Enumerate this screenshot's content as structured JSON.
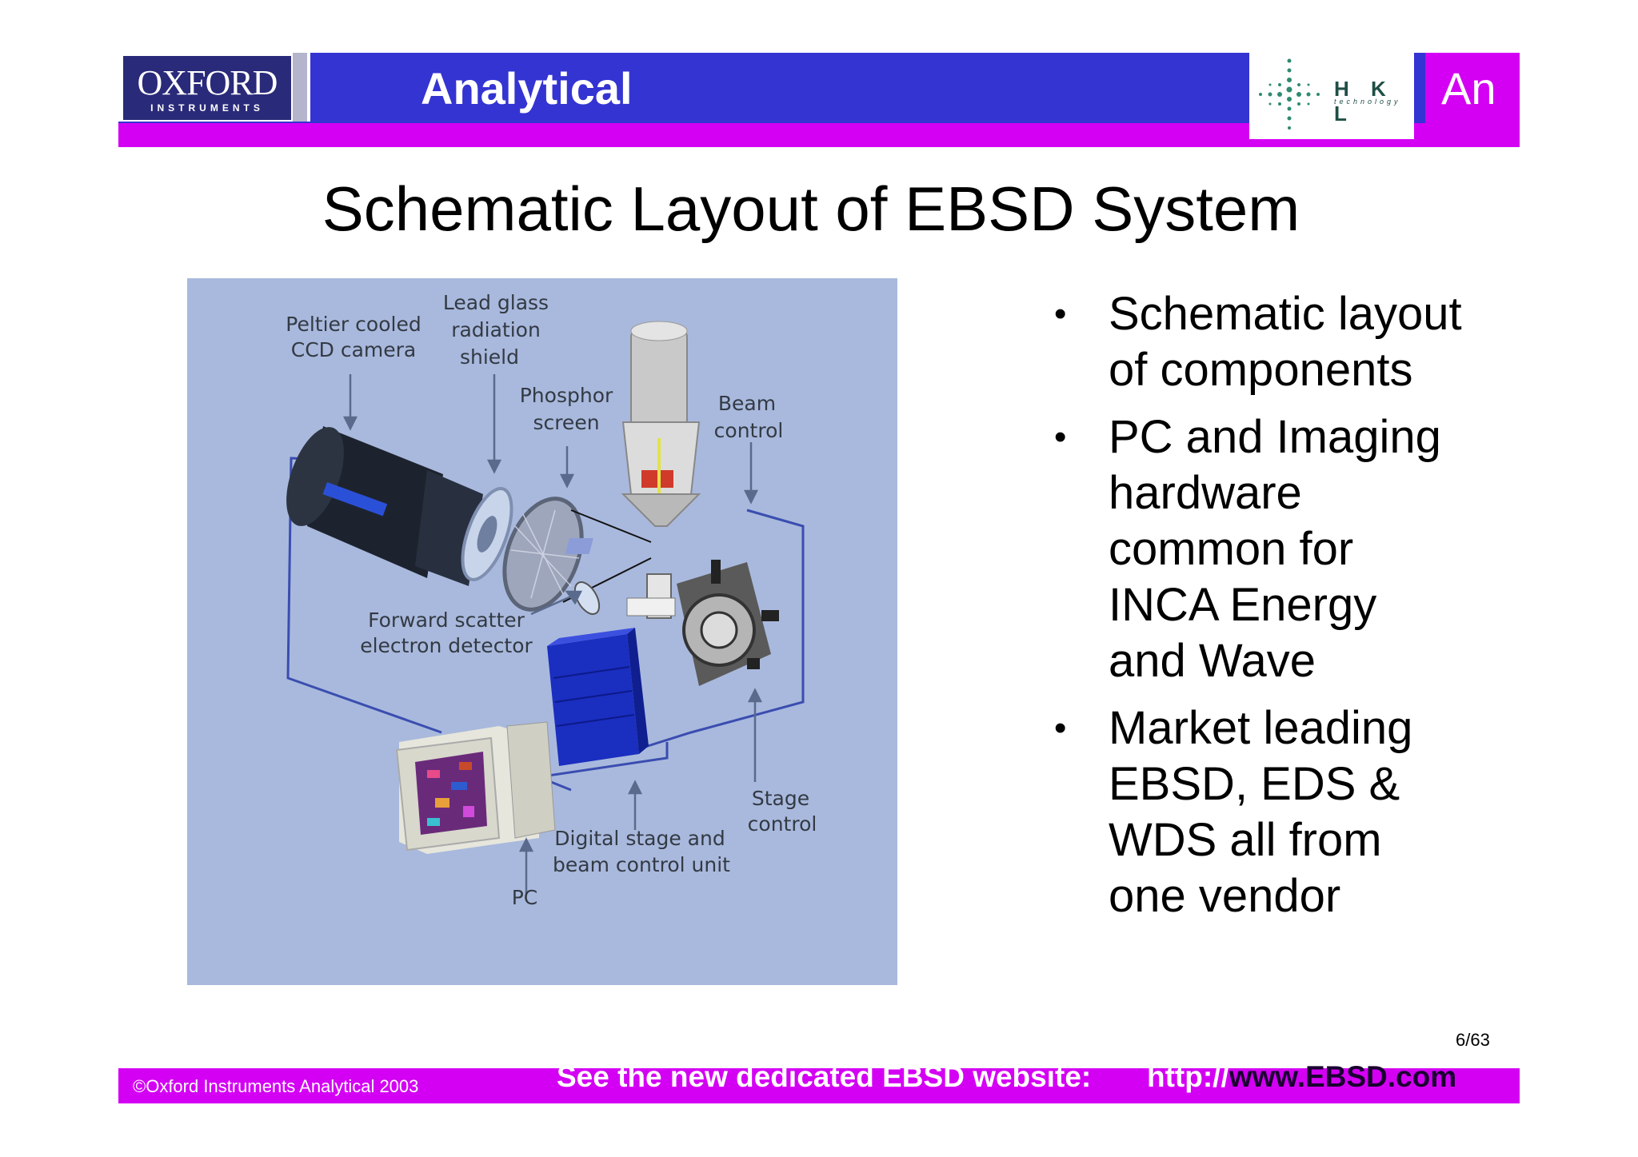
{
  "header": {
    "logo_word": "OXFORD",
    "logo_sub": "INSTRUMENTS",
    "title": "Analytical",
    "hkl_logo": "H K L",
    "hkl_sub": "technology",
    "right_text": "An"
  },
  "slide": {
    "title": "Schematic Layout of  EBSD System"
  },
  "figure": {
    "labels": {
      "ccd": [
        "Peltier cooled",
        "CCD camera"
      ],
      "lead": [
        "Lead glass",
        "radiation",
        "shield"
      ],
      "phosphor": [
        "Phosphor",
        "screen"
      ],
      "beam": [
        "Beam",
        "control"
      ],
      "forward": [
        "Forward scatter",
        "electron detector"
      ],
      "stage": [
        "Stage",
        "control"
      ],
      "digital": [
        "Digital stage and",
        "beam control unit"
      ],
      "pc": "PC"
    }
  },
  "bullets": [
    "Schematic layout of components",
    "PC and Imaging hardware common for INCA Energy and Wave",
    "Market leading EBSD, EDS & WDS all from one vendor"
  ],
  "bullet_lines": [
    [
      "Schematic layout",
      "of components"
    ],
    [
      "PC and Imaging",
      "hardware",
      "common for",
      "INCA Energy",
      "and Wave"
    ],
    [
      "Market leading",
      "EBSD, EDS &",
      "WDS all from",
      "one vendor"
    ]
  ],
  "footer": {
    "page": "6/63",
    "copyright": "©Oxford Instruments Analytical 2003",
    "website_text": "See the new dedicated EBSD website:",
    "url_prefix": "http://",
    "url_main": "www.EBSD.com"
  },
  "colors": {
    "header_blue": "#3434d2",
    "magenta": "#d400f4",
    "figure_bg": "#a9b9dd"
  }
}
